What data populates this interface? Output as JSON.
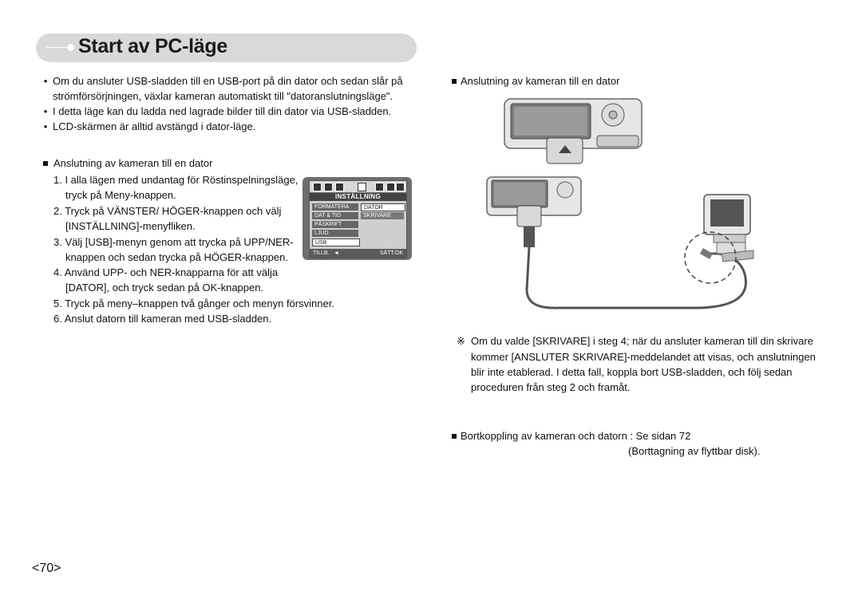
{
  "header": {
    "title": "Start av PC-läge"
  },
  "intro_bullets": [
    "Om du ansluter USB-sladden till en USB-port på din dator och sedan slår på",
    "strömförsörjningen, växlar kameran automatiskt till \"datoranslutningsläge\".",
    "I detta läge kan du ladda ned lagrade bilder till din dator via USB-sladden.",
    "LCD-skärmen är alltid avstängd i dator-läge."
  ],
  "bullet_char": "•",
  "steps_heading": "Anslutning av kameran till en dator",
  "steps": [
    "1. I alla lägen med undantag för Röstinspelningsläge,",
    "tryck på Meny-knappen.",
    "2. Tryck på VÄNSTER/ HÖGER-knappen och välj",
    "[INSTÄLLNING]-menyfliken.",
    "3. Välj [USB]-menyn genom att trycka på UPP/NER-",
    "knappen och sedan trycka på HÖGER-knappen.",
    "4. Använd UPP- och NER-knapparna för att välja",
    "[DATOR], och tryck sedan på OK-knappen.",
    "5. Tryck på meny–knappen två gånger och menyn försvinner.",
    "6. Anslut datorn till kameran med USB-sladden."
  ],
  "lcd_menu": {
    "heading": "INSTÄLLNING",
    "items": [
      "FORMATERA",
      "DAT & TID",
      "PÅSKRIFT",
      "LJUD",
      "USB"
    ],
    "options": [
      "DATOR",
      "SKRIVARE"
    ],
    "footer_left": "TILLB.",
    "footer_arrow": "◄",
    "footer_right": "SÄTT:OK"
  },
  "right": {
    "heading": "Anslutning av kameran till en dator",
    "note_mark": "※",
    "note": [
      "Om du valde [SKRIVARE] i steg 4; när du ansluter kameran till din skrivare",
      "kommer [ANSLUTER SKRIVARE]-meddelandet att visas, och anslutningen",
      "blir inte etablerad. I detta fall, koppla bort USB-sladden, och följ sedan",
      "proceduren från steg 2 och framåt."
    ],
    "disconnect": "Bortkoppling av kameran och datorn : Se sidan 72",
    "disconnect_2": "(Borttagning av flyttbar disk)."
  },
  "page_number": "<70>"
}
